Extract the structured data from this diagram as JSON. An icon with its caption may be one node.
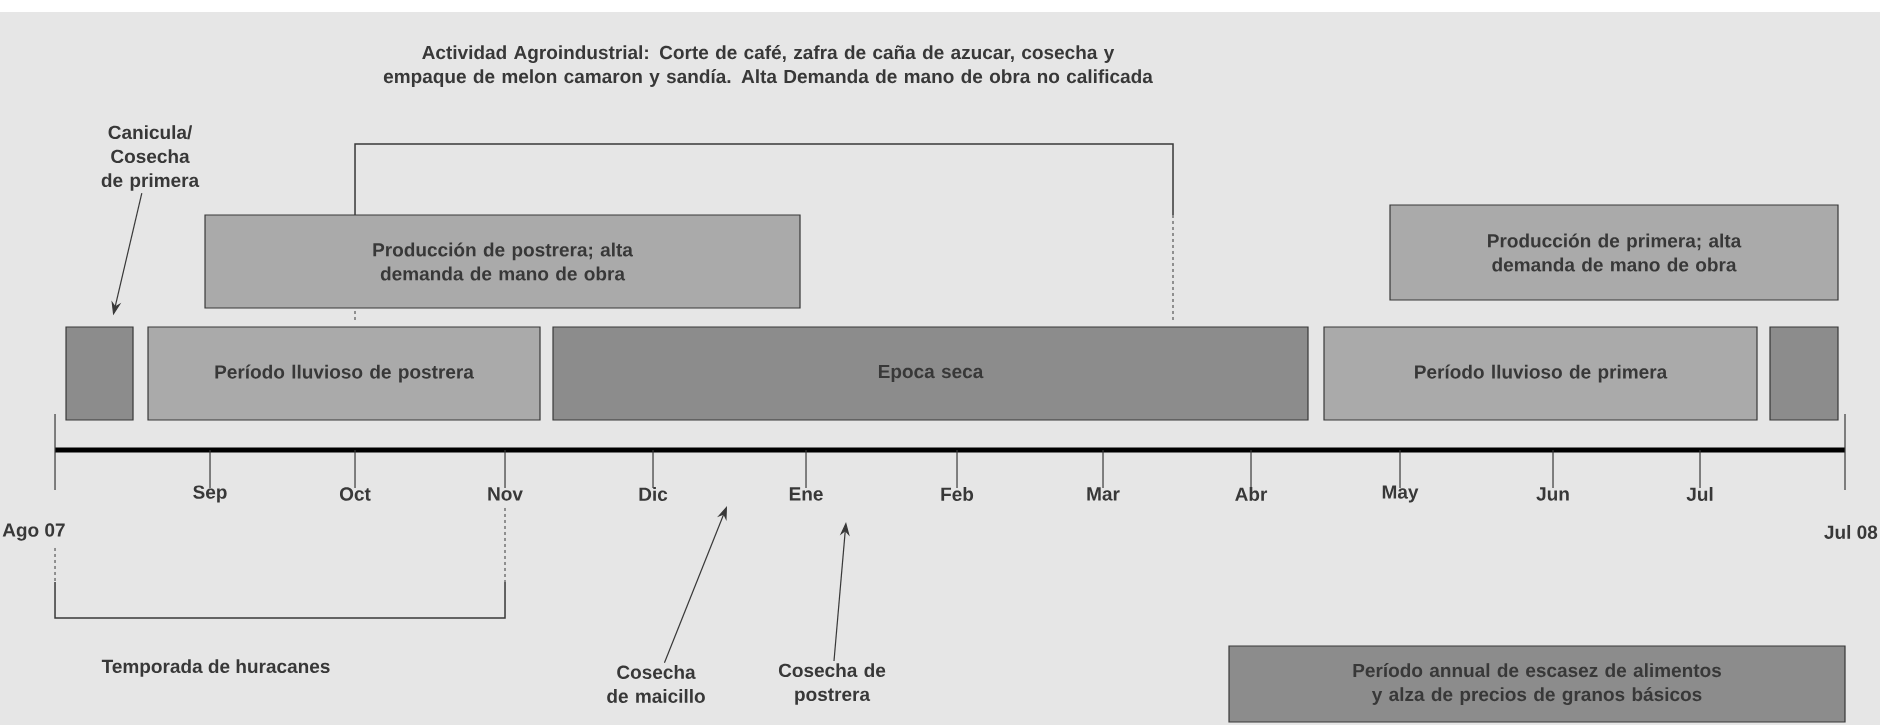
{
  "diagram": {
    "nodes": [
      {
        "text": [
          "Canicula/ Cosecha de primera"
        ]
      },
      {
        "text": [],
        "shape": "box"
      },
      {
        "text": [
          "Producción de postrera; alta demanda de mano de obra"
        ]
      },
      {
        "text": [
          "Período lluvioso de postrera"
        ]
      },
      {
        "text": [
          "Epoca seca"
        ]
      },
      {
        "text": [
          "Producción de primera; alta demanda de mano de obra"
        ]
      },
      {
        "text": [
          "Período lluvioso de primera"
        ]
      },
      {
        "text": [],
        "shape": "box"
      },
      {
        "text": [
          "Cosecha de maicillo"
        ]
      },
      {
        "text": [
          "Cosecha de postrera"
        ]
      },
      {
        "text": [
          "Período annual de escasez de alimentos y alza de precios de granos básicos"
        ]
      }
    ],
    "edges": [
      {
        "from": 0,
        "to": 1,
        "arrow": "to"
      },
      {
        "from": 8,
        "to": null,
        "arrow": "to"
      },
      {
        "from": 9,
        "to": null,
        "arrow": "to"
      }
    ],
    "labels": [
      "Actividad Agroindustrial: Corte de café, zafra de caña de azucar, cosecha y empaque de melon camaron y sandía. Alta Demanda de mano de obra no calificada",
      "Sep",
      "Oct",
      "Nov",
      "Dic",
      "Ene",
      "Feb",
      "Mar",
      "Abr",
      "May",
      "Jun",
      "Jul",
      "Ago 07",
      "Jul 08",
      "Temporada de huracanes"
    ]
  }
}
